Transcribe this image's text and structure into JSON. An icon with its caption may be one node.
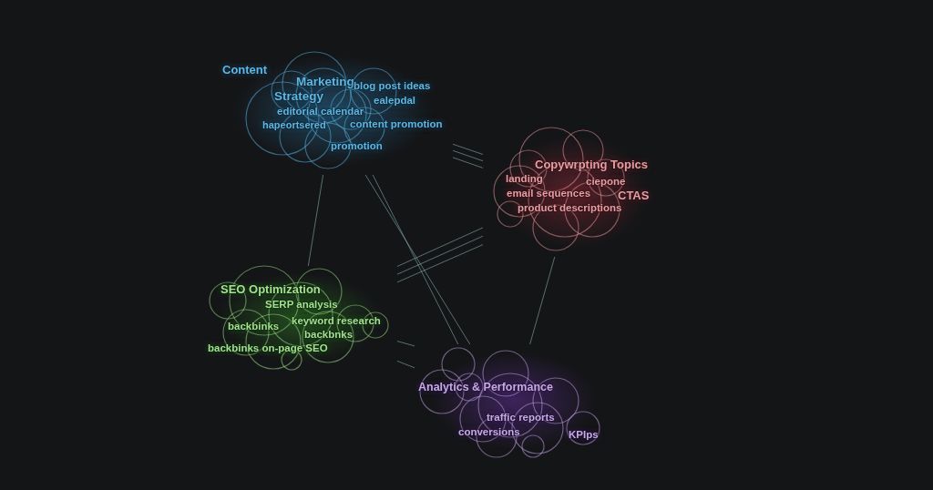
{
  "diagram": {
    "nodes": [
      {
        "text": [
          "Content",
          "Marketing",
          "Strategy",
          "blog post ideas",
          "ealepdal",
          "editorial calendar",
          "hapeortsered",
          "content promotion",
          "promotion"
        ]
      },
      {
        "text": [
          "Copywrpting Topics",
          "landing",
          "ciepone",
          "email sequences",
          "CTAS",
          "product descriptions"
        ]
      },
      {
        "text": [
          "SEO Optimization",
          "SERP analysis",
          "backbinks",
          "keyword research",
          "backbnks",
          "backbinks on-page SEO"
        ]
      },
      {
        "text": [
          "Analytics & Performance",
          "traffic reports",
          "conversions",
          "KPIps"
        ]
      }
    ],
    "edges": [
      {
        "from": 0,
        "to": 1,
        "arrow": "none"
      },
      {
        "from": 0,
        "to": 1,
        "arrow": "none"
      },
      {
        "from": 0,
        "to": 1,
        "arrow": "none"
      },
      {
        "from": 0,
        "to": 2,
        "arrow": "none"
      },
      {
        "from": 0,
        "to": 3,
        "arrow": "none"
      },
      {
        "from": 0,
        "to": 3,
        "arrow": "none"
      },
      {
        "from": 2,
        "to": 1,
        "arrow": "none"
      },
      {
        "from": 2,
        "to": 1,
        "arrow": "none"
      },
      {
        "from": 2,
        "to": 1,
        "arrow": "none"
      },
      {
        "from": 2,
        "to": 3,
        "arrow": "none"
      },
      {
        "from": 2,
        "to": 3,
        "arrow": "none"
      },
      {
        "from": 1,
        "to": 3,
        "arrow": "none"
      }
    ]
  }
}
